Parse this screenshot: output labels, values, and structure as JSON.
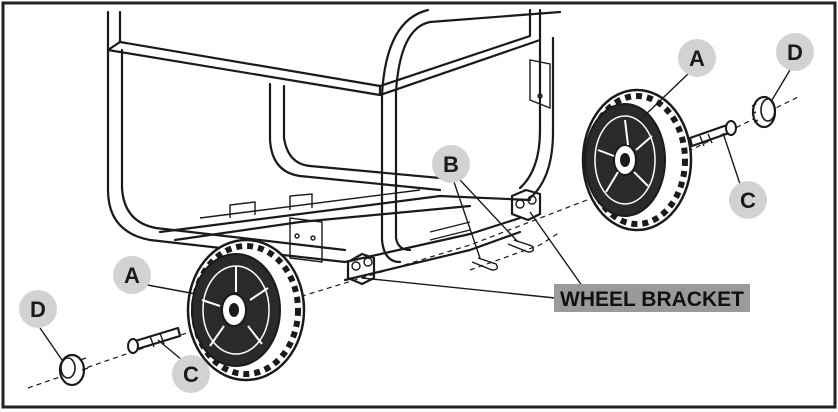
{
  "callouts": {
    "wheel_right": "A",
    "wheel_left": "A",
    "pin_b": "B",
    "axle_right": "C",
    "axle_left": "C",
    "cap_right": "D",
    "cap_left": "D"
  },
  "labels": {
    "wheel_bracket": "WHEEL BRACKET"
  },
  "colors": {
    "line": "#1a1a1a",
    "callout_fill": "#d2d2d2",
    "label_fill": "#9a9a9a"
  }
}
